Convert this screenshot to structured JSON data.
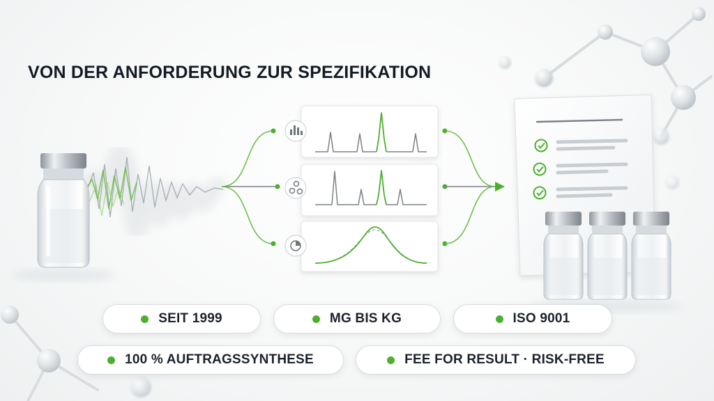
{
  "headline": "VON DER ANFORDERUNG ZUR SPEZIFIKATION",
  "features_row1": [
    "SEIT 1999",
    "MG BIS KG",
    "ISO 9001"
  ],
  "features_row2": [
    "100 % AUFTRAGSSYNTHESE",
    "FEE FOR RESULT · RISK-FREE"
  ],
  "analysis_panels": [
    {
      "icon": "bar-chart-icon"
    },
    {
      "icon": "molecule-cluster-icon"
    },
    {
      "icon": "pie-chart-icon"
    }
  ],
  "checklist_items": 3,
  "colors": {
    "accent_green": "#4caf2e",
    "text_dark": "#141a24",
    "line_gray": "#7a8088"
  }
}
